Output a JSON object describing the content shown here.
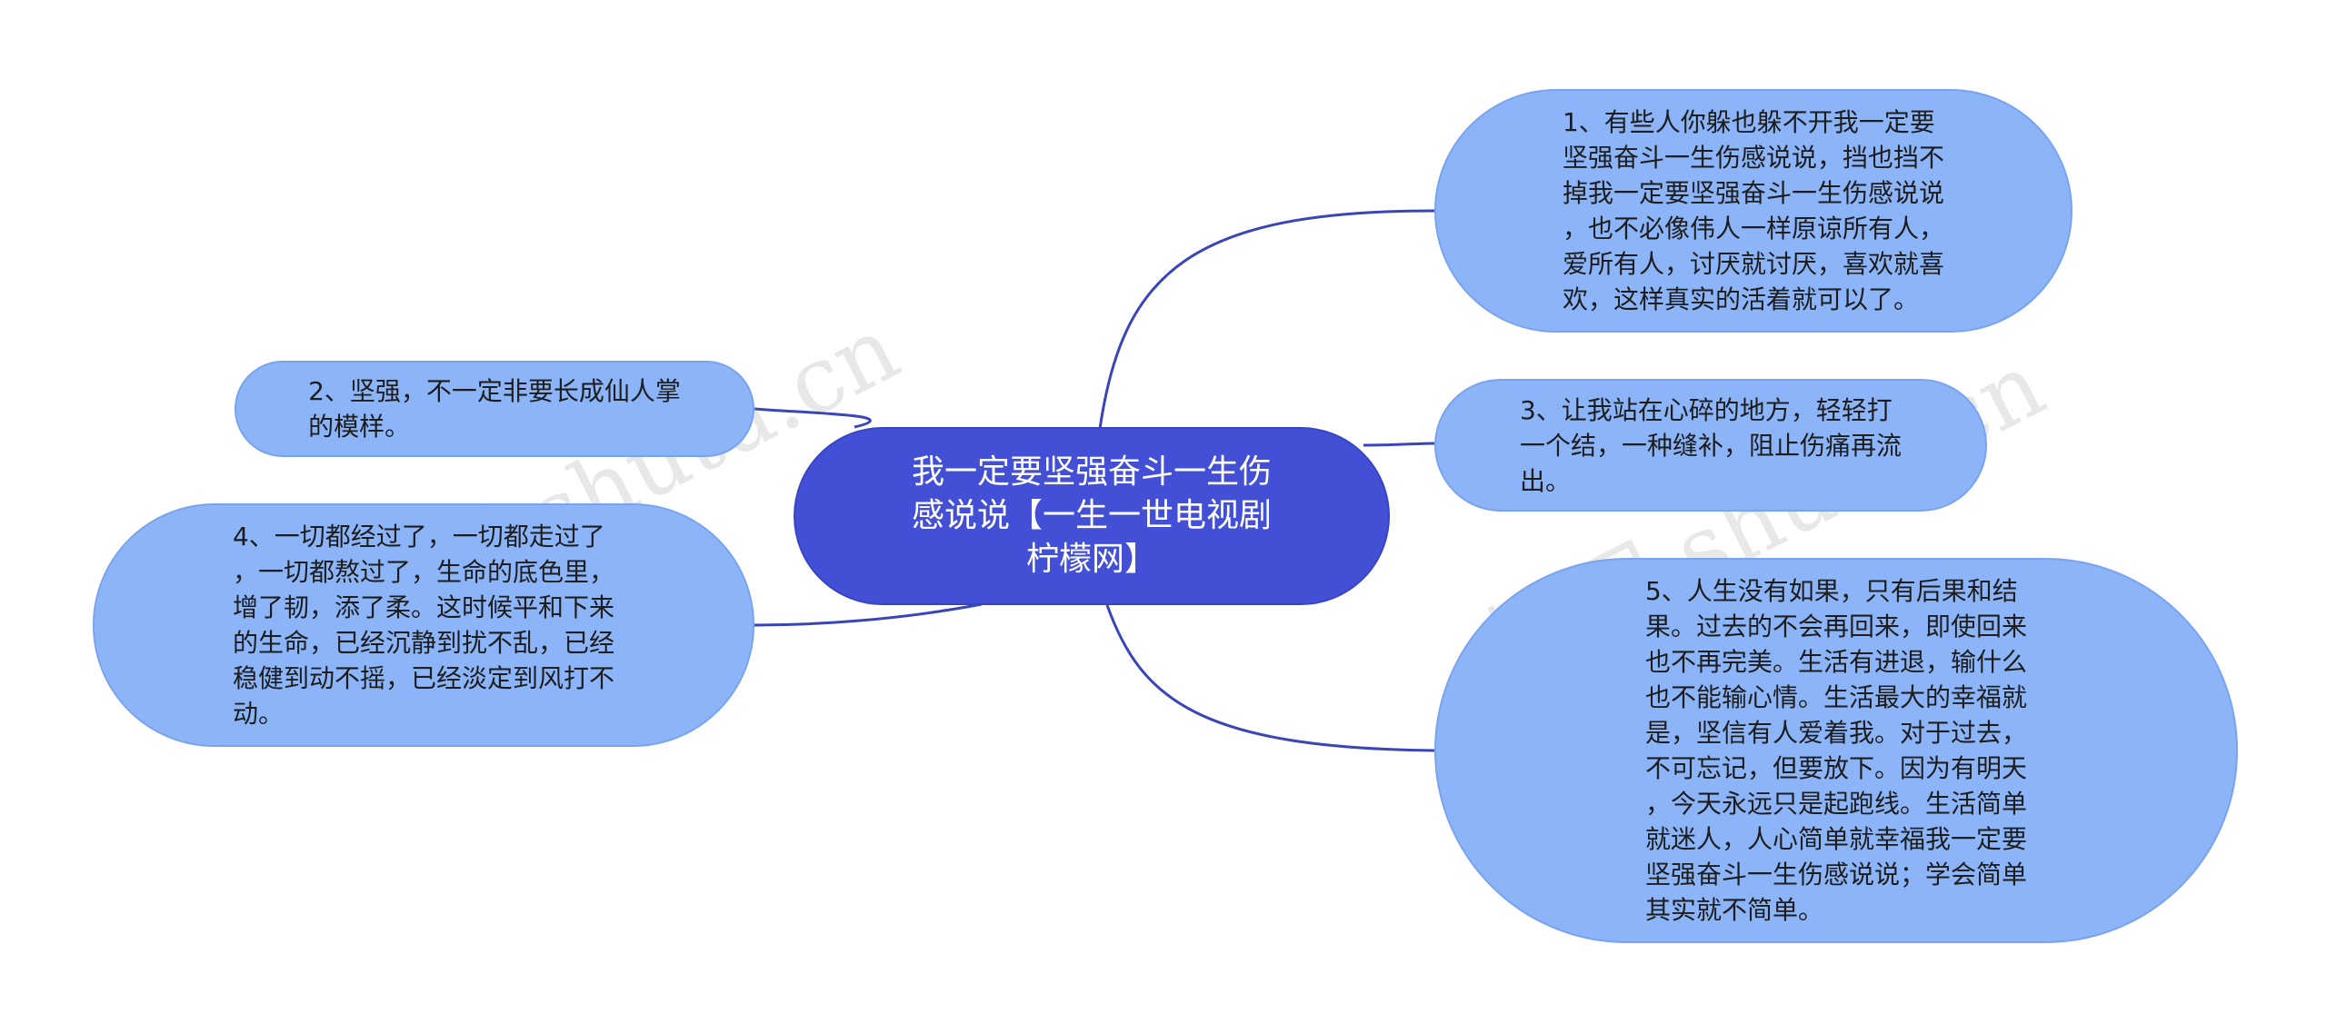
{
  "center": {
    "text": "我一定要坚强奋斗一生伤\n感说说【一生一世电视剧\n柠檬网】"
  },
  "nodes": [
    {
      "id": "1",
      "text": "1、有些人你躲也躲不开我一定要\n坚强奋斗一生伤感说说，挡也挡不\n掉我一定要坚强奋斗一生伤感说说\n，也不必像伟人一样原谅所有人，\n爱所有人，讨厌就讨厌，喜欢就喜\n欢，这样真实的活着就可以了。"
    },
    {
      "id": "2",
      "text": "2、坚强，不一定非要长成仙人掌\n的模样。"
    },
    {
      "id": "3",
      "text": "3、让我站在心碎的地方，轻轻打\n一个结，一种缝补，阻止伤痛再流\n出。"
    },
    {
      "id": "4",
      "text": "4、一切都经过了，一切都走过了\n，一切都熬过了，生命的底色里，\n增了韧，添了柔。这时候平和下来\n的生命，已经沉静到扰不乱，已经\n稳健到动不摇，已经淡定到风打不\n动。"
    },
    {
      "id": "5",
      "text": "5、人生没有如果，只有后果和结\n果。过去的不会再回来，即使回来\n也不再完美。生活有进退，输什么\n也不能输心情。生活最大的幸福就\n是，坚信有人爱着我。对于过去，\n不可忘记，但要放下。因为有明天\n，今天永远只是起跑线。生活简单\n就迷人，人心简单就幸福我一定要\n坚强奋斗一生伤感说说；学会简单\n其实就不简单。"
    }
  ],
  "watermarks": [
    "树图 shutu.cn",
    "树图 shutu.cn"
  ],
  "colors": {
    "center_fill": "#4350d6",
    "leaf_fill": "#8cb4f8",
    "connector": "#3a45b8"
  }
}
